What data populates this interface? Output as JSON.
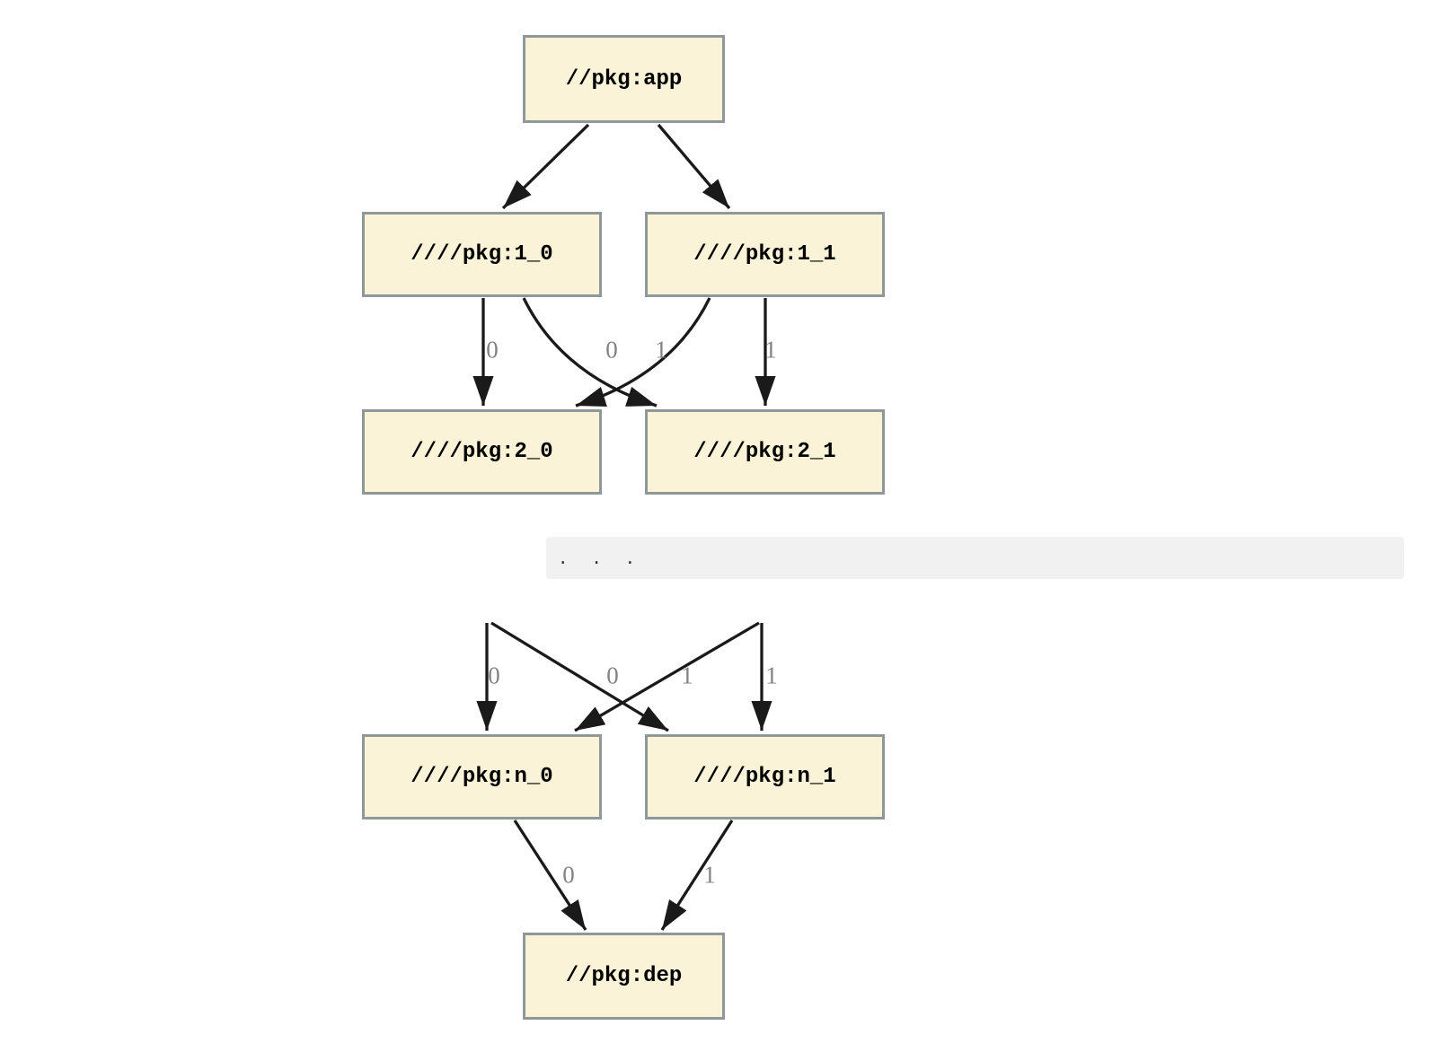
{
  "colors": {
    "node_fill": "#FAF3D8",
    "node_border": "#8F9898",
    "node_text": "#000000",
    "edge": "#1A1A1A",
    "edge_label": "#828282",
    "band_bg": "#F1F1F1",
    "band_text": "#2E2E2E",
    "background": "#FFFFFF"
  },
  "nodes": [
    {
      "id": "app",
      "label": "//pkg:app"
    },
    {
      "id": "1_0",
      "label": "////pkg:1_0"
    },
    {
      "id": "1_1",
      "label": "////pkg:1_1"
    },
    {
      "id": "2_0",
      "label": "////pkg:2_0"
    },
    {
      "id": "2_1",
      "label": "////pkg:2_1"
    },
    {
      "id": "n_0",
      "label": "////pkg:n_0"
    },
    {
      "id": "n_1",
      "label": "////pkg:n_1"
    },
    {
      "id": "dep",
      "label": "//pkg:dep"
    }
  ],
  "edge_labels": [
    "0",
    "0",
    "1",
    "1",
    "0",
    "0",
    "1",
    "1",
    "0",
    "1"
  ],
  "ellipsis": ".  .  ."
}
